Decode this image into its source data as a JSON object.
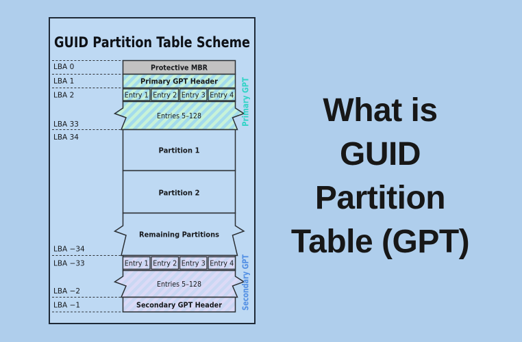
{
  "page": {
    "background": "#afceec"
  },
  "headline": {
    "lines": [
      "What is",
      "GUID",
      "Partition",
      "Table (GPT)"
    ],
    "color": "#171717"
  },
  "diagram": {
    "title": "GUID Partition Table Scheme",
    "frame": {
      "background": "#bed9f3",
      "border_color": "#1e2936"
    },
    "lba_labels": [
      "LBA 0",
      "LBA 1",
      "LBA 2",
      "LBA 33",
      "LBA 34",
      "LBA −34",
      "LBA −33",
      "LBA −2",
      "LBA −1"
    ],
    "blocks": {
      "protective_mbr": "Protective MBR",
      "primary_gpt_header": "Primary GPT Header",
      "primary_entries": [
        "Entry 1",
        "Entry 2",
        "Entry 3",
        "Entry 4"
      ],
      "primary_entries_rest": "Entries 5–128",
      "partition_1": "Partition 1",
      "partition_2": "Partition 2",
      "remaining_partitions": "Remaining Partitions",
      "secondary_entries": [
        "Entry 1",
        "Entry 2",
        "Entry 3",
        "Entry 4"
      ],
      "secondary_entries_rest": "Entries 5–128",
      "secondary_gpt_header": "Secondary GPT Header"
    },
    "side_labels": {
      "primary": "Primary GPT",
      "secondary": "Secondary GPT"
    },
    "colors": {
      "mbr_fill": "#c2c2c2",
      "partition_fill": "#bed9f3",
      "primary_hatch_base": "#c7f2d8",
      "primary_hatch_stripe": "#a3dbed",
      "secondary_hatch_base": "#c9d7f3",
      "secondary_hatch_stripe": "#dcdaf6",
      "block_stroke": "#2b2f33",
      "primary_label_color": "#31d3c6",
      "secondary_label_color": "#5390e4",
      "text_color": "#17191c"
    }
  }
}
